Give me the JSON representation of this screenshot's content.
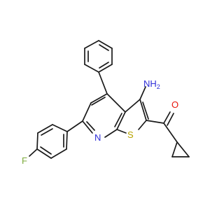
{
  "molecule": {
    "atoms": {
      "amine": "NH",
      "amine_sub": "2",
      "carbonyl_oxygen": "O",
      "ring_nitrogen": "N",
      "sulfur": "S",
      "fluorine": "F"
    },
    "colors": {
      "bond": "#1a1a1a",
      "nitrogen": "#2e2ed8",
      "oxygen": "#e8160c",
      "sulfur": "#b8a400",
      "fluorine": "#7dab3c"
    }
  }
}
